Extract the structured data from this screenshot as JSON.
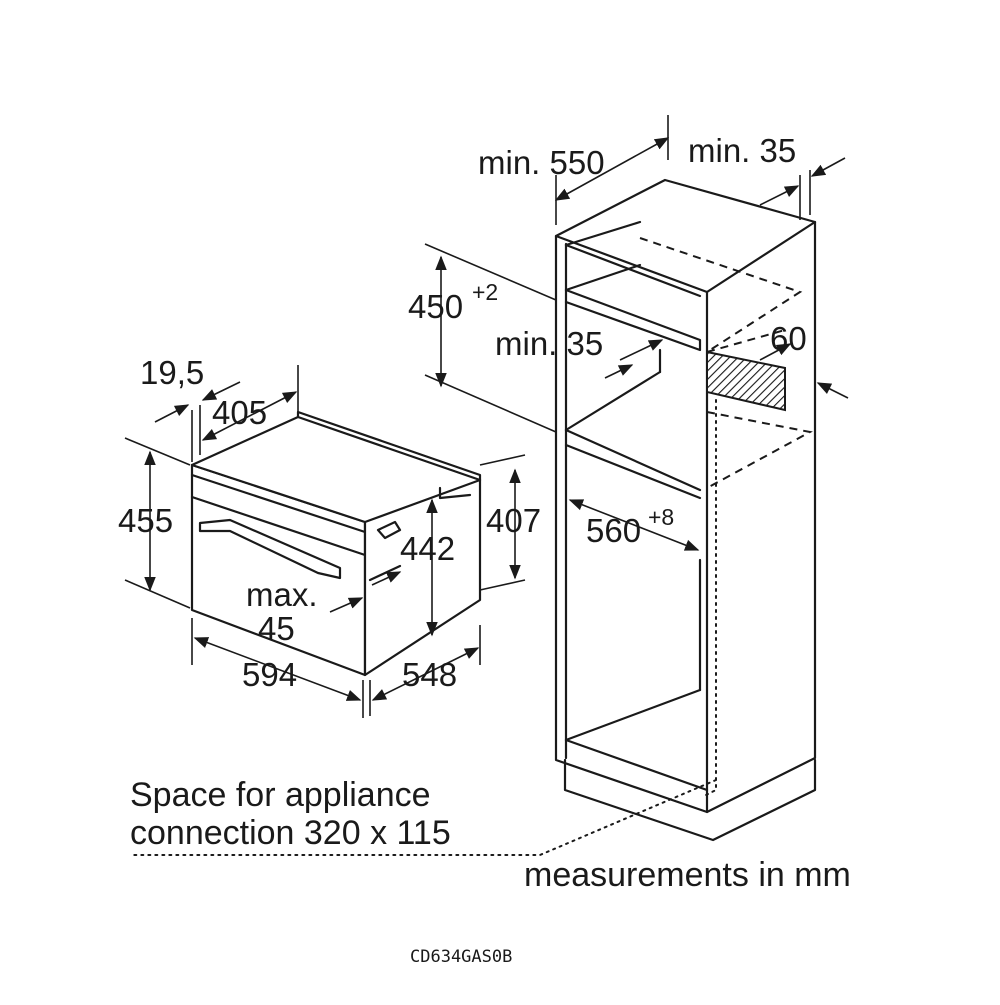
{
  "oven": {
    "depth_front_label": "19,5",
    "depth_label": "405",
    "height_label": "455",
    "inner_height_label": "442",
    "right_height_label": "407",
    "max_label_line1": "max.",
    "max_label_line2": "45",
    "width_label": "594",
    "side_depth_label": "548"
  },
  "cabinet": {
    "min_depth_label": "min. 550",
    "min_back_label": "min. 35",
    "niche_height_base": "450",
    "niche_height_tol": "+2",
    "min_shelf_label": "min. 35",
    "vent_label": "60",
    "niche_width_base": "560",
    "niche_width_tol": "+8"
  },
  "notes": {
    "space_line1": "Space for appliance",
    "space_line2": "connection 320 x 115",
    "units": "measurements in mm"
  },
  "model_code": "CD634GAS0B"
}
